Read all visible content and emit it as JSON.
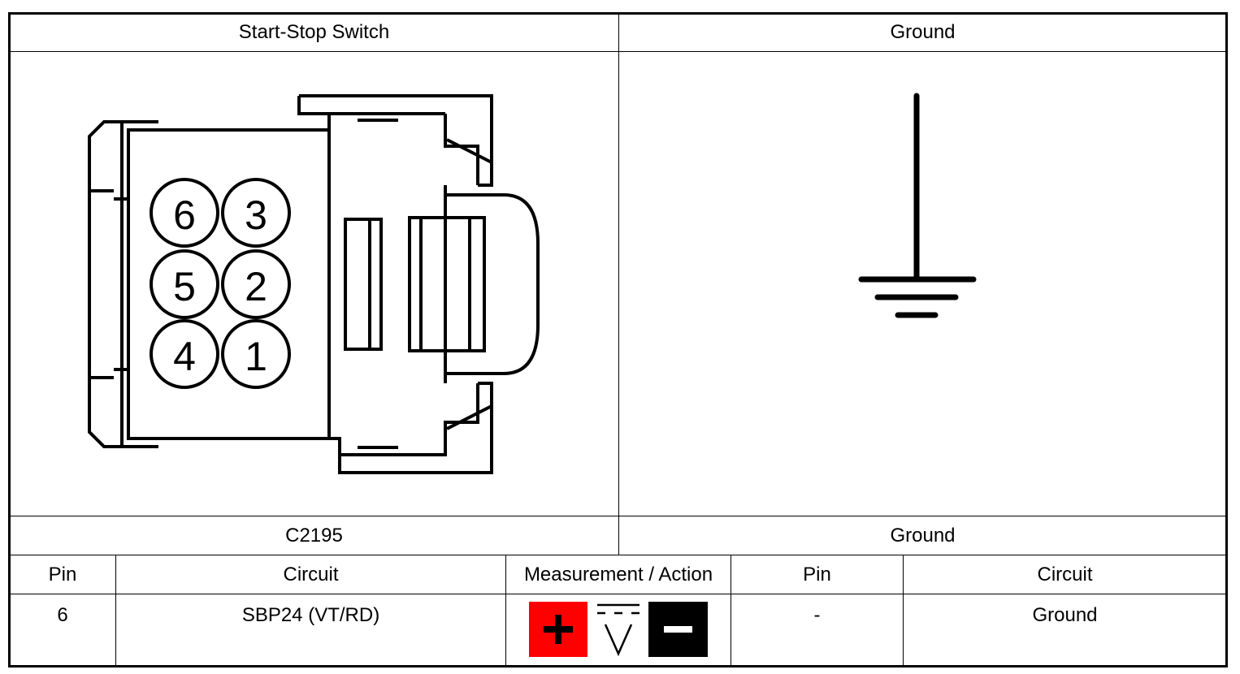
{
  "diagram": {
    "left_title": "Start-Stop Switch",
    "right_title": "Ground",
    "connector_pins": [
      "6",
      "3",
      "5",
      "2",
      "4",
      "1"
    ]
  },
  "labels": {
    "left_connector": "C2195",
    "right_connector": "Ground"
  },
  "table": {
    "headers": [
      "Pin",
      "Circuit",
      "Measurement / Action",
      "Pin",
      "Circuit"
    ],
    "rows": [
      {
        "pin_a": "6",
        "circuit_a": "SBP24 (VT/RD)",
        "measurement": "DC voltage meter",
        "pin_b": "-",
        "circuit_b": "Ground"
      }
    ]
  },
  "colors": {
    "positive_lead": "#ff0000",
    "negative_lead": "#000000"
  }
}
